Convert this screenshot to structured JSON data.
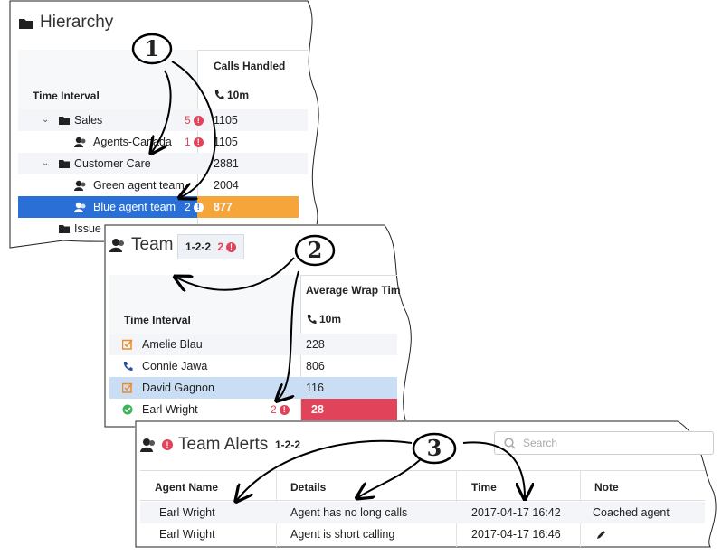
{
  "hierarchy": {
    "title": "Hierarchy",
    "col_header": "Calls Handled",
    "interval_label": "Time Interval",
    "interval_value": "10m",
    "rows": [
      {
        "label": "Sales",
        "badge": "5",
        "value": "1105"
      },
      {
        "label": "Agents-Canada",
        "badge": "1",
        "value": "1105"
      },
      {
        "label": "Customer Care",
        "badge": "",
        "value": "2881"
      },
      {
        "label": "Green agent team",
        "badge": "",
        "value": "2004"
      },
      {
        "label": "Blue agent team",
        "badge": "2",
        "value": "877"
      },
      {
        "label": "Issue",
        "badge": "",
        "value": ""
      }
    ]
  },
  "team": {
    "title": "Team",
    "tag_label": "1-2-2",
    "tag_badge": "2",
    "col_header": "Average Wrap Tim",
    "interval_label": "Time Interval",
    "interval_value": "10m",
    "rows": [
      {
        "label": "Amelie Blau",
        "badge": "",
        "value": "228"
      },
      {
        "label": "Connie Jawa",
        "badge": "",
        "value": "806"
      },
      {
        "label": "David Gagnon",
        "badge": "",
        "value": "116"
      },
      {
        "label": "Earl Wright",
        "badge": "2",
        "value": "28"
      }
    ]
  },
  "alerts": {
    "title": "Team Alerts",
    "tag_label": "1-2-2",
    "search_placeholder": "Search",
    "columns": [
      "Agent Name",
      "Details",
      "Time",
      "Note"
    ],
    "rows": [
      {
        "agent": "Earl Wright",
        "details": "Agent has no long calls",
        "time": "2017-04-17 16:42",
        "note": "Coached agent"
      },
      {
        "agent": "Earl Wright",
        "details": "Agent is short calling",
        "time": "2017-04-17 16:46",
        "note": ""
      }
    ]
  },
  "callouts": [
    "1",
    "2",
    "3"
  ],
  "colors": {
    "selected_blue": "#2a6fd6",
    "orange_cell": "#f6a53a",
    "red_cell": "#e0435a",
    "light_blue_row": "#c9ddf5",
    "badge_red": "#e0435a"
  }
}
